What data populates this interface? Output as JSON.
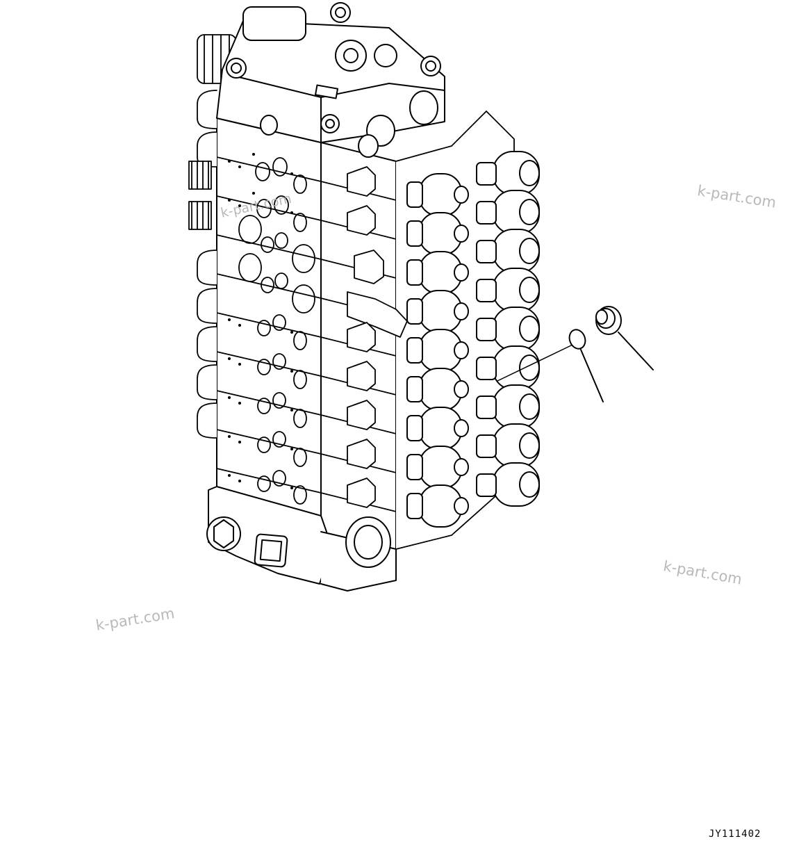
{
  "drawing": {
    "code": "JY111402"
  },
  "watermarks": [
    "k-part.com",
    "k-part.com",
    "k-part.com",
    "k-part.com"
  ],
  "callouts": [
    {
      "part": "o-ring-icon"
    },
    {
      "part": "plug-icon"
    }
  ]
}
